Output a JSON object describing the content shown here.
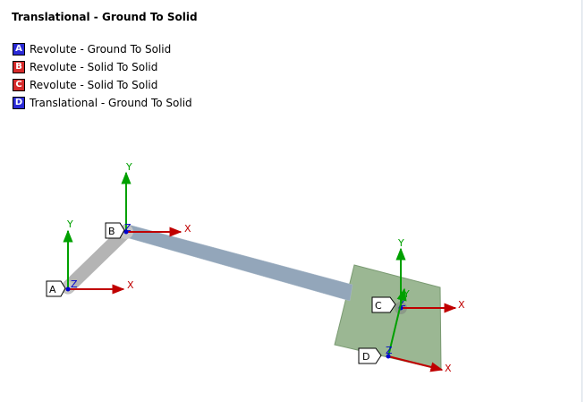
{
  "title": "Translational - Ground To Solid",
  "legend": [
    {
      "key": "A",
      "label": "Revolute - Ground To Solid",
      "color": "#2b2bd6"
    },
    {
      "key": "B",
      "label": "Revolute - Solid To Solid",
      "color": "#d62b2b"
    },
    {
      "key": "C",
      "label": "Revolute - Solid To Solid",
      "color": "#d62b2b"
    },
    {
      "key": "D",
      "label": "Translational - Ground To Solid",
      "color": "#2b2bd6"
    }
  ],
  "joints": [
    {
      "tag": "A",
      "x_label": "X",
      "y_label": "Y",
      "z_label": "Z"
    },
    {
      "tag": "B",
      "x_label": "X",
      "y_label": "Y",
      "z_label": "Z"
    },
    {
      "tag": "C",
      "x_label": "X",
      "y_label": "Y",
      "z_label": "Z"
    },
    {
      "tag": "D",
      "x_label": "X",
      "y_label": "Y",
      "z_label": "Z"
    }
  ],
  "colors": {
    "x_axis": "#c00000",
    "y_axis": "#00a000",
    "z_axis": "#0000d0",
    "link_grey": "#b4b4b4",
    "link_blue": "#93a6ba",
    "slider_green": "#8aaa80"
  }
}
